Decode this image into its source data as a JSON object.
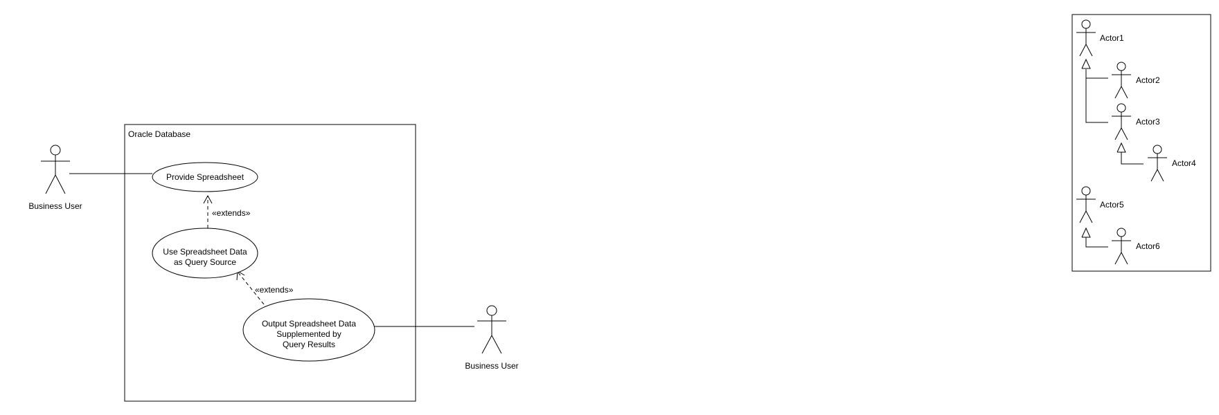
{
  "system": {
    "label": "Oracle Database"
  },
  "use_cases": {
    "provide": {
      "label": "Provide Spreadsheet"
    },
    "use_data": {
      "line1": "Use Spreadsheet Data",
      "line2": "as Query Source"
    },
    "output": {
      "line1": "Output Spreadsheet Data",
      "line2": "Supplemented by",
      "line3": "Query Results"
    }
  },
  "actors": {
    "left_user": {
      "label": "Business User"
    },
    "right_user": {
      "label": "Business User"
    }
  },
  "relations": {
    "extends_1": {
      "label": "«extends»"
    },
    "extends_2": {
      "label": "«extends»"
    }
  },
  "legend": {
    "actors": [
      "Actor1",
      "Actor2",
      "Actor3",
      "Actor4",
      "Actor5",
      "Actor6"
    ]
  }
}
